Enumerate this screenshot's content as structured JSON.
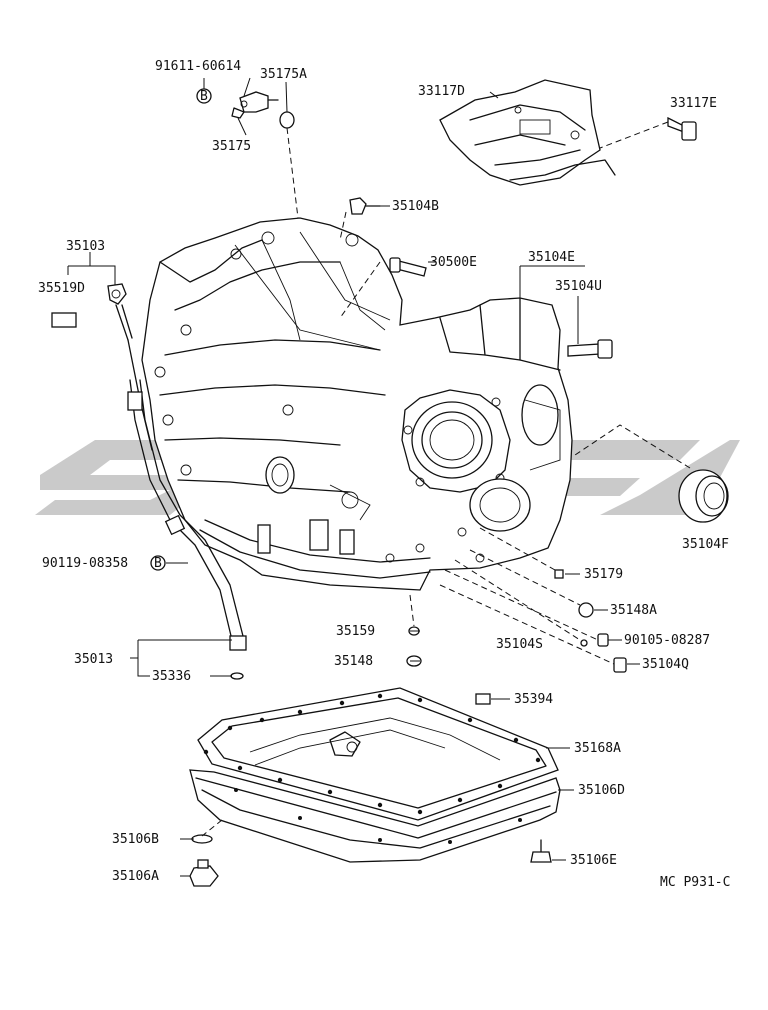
{
  "labels": {
    "p91611": "91611-60614",
    "p35175A": "35175A",
    "p35175": "35175",
    "p33117D": "33117D",
    "p33117E": "33117E",
    "p35104B": "35104B",
    "p30500E": "30500E",
    "p35103": "35103",
    "p35519D": "35519D",
    "p35104E": "35104E",
    "p35104U": "35104U",
    "p35104F": "35104F",
    "p90119": "90119-08358",
    "p35179": "35179",
    "p35148A": "35148A",
    "p35159": "35159",
    "p35104S": "35104S",
    "p90105": "90105-08287",
    "p35104Q": "35104Q",
    "p35013": "35013",
    "p35148": "35148",
    "p35336": "35336",
    "p35394": "35394",
    "p35168A": "35168A",
    "p35106D": "35106D",
    "p35106B": "35106B",
    "p35106A": "35106A",
    "p35106E": "35106E",
    "code": "MC  P931-C"
  },
  "badges": {
    "b1": "B",
    "b2": "B"
  },
  "icons": {
    "watermark": "brand-watermark",
    "bolt": "bolt-icon",
    "plug": "drain-plug-icon"
  }
}
